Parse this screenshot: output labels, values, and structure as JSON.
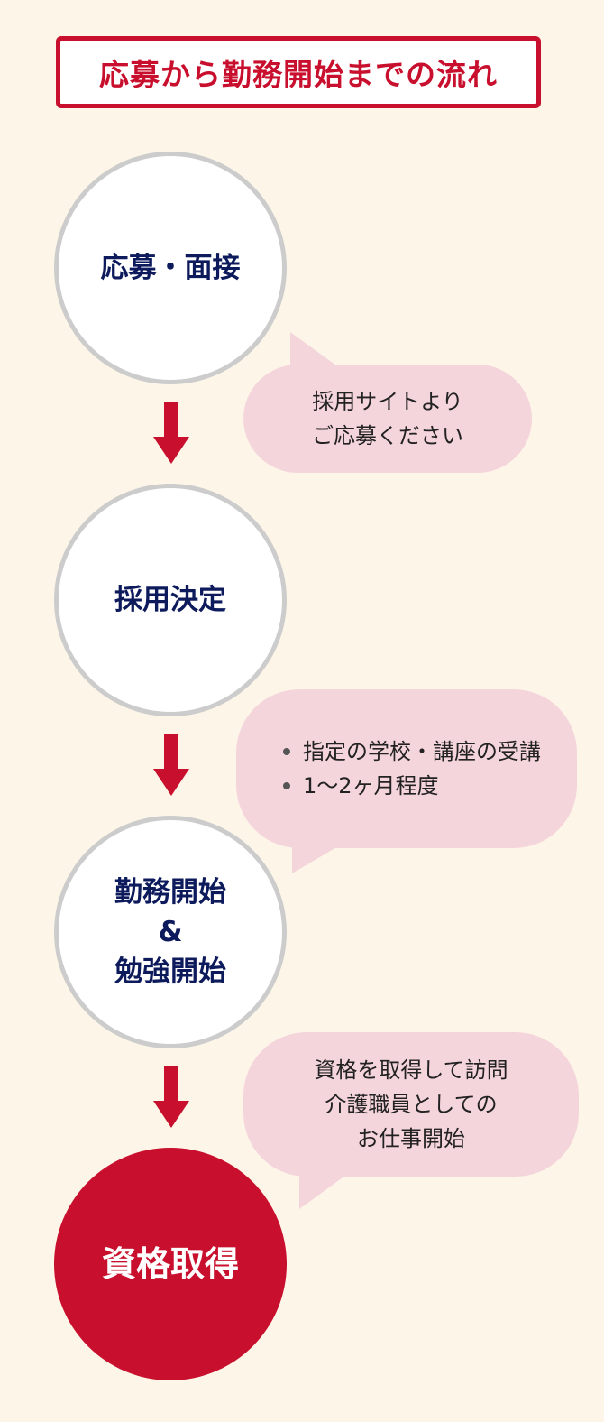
{
  "title": "応募から勤務開始までの流れ",
  "steps": [
    {
      "label_lines": [
        "応募・面接"
      ],
      "style": "white"
    },
    {
      "label_lines": [
        "採用決定"
      ],
      "style": "white"
    },
    {
      "label_lines": [
        "勤務開始",
        "&",
        "勉強開始"
      ],
      "style": "white"
    },
    {
      "label_lines": [
        "資格取得"
      ],
      "style": "highlight"
    }
  ],
  "bubbles": [
    {
      "lines": [
        "採用サイトより",
        "ご応募ください"
      ]
    },
    {
      "items": [
        "指定の学校・講座の受講",
        "1〜2ヶ月程度"
      ]
    },
    {
      "lines": [
        "資格を取得して訪問",
        "介護職員としての",
        "お仕事開始"
      ]
    }
  ],
  "colors": {
    "accent_red": "#c8102e",
    "step_text_navy": "#0d1a5c",
    "bubble_pink": "#f5d5dc",
    "background": "#fdf6e8",
    "circle_border": "#cccccc"
  }
}
